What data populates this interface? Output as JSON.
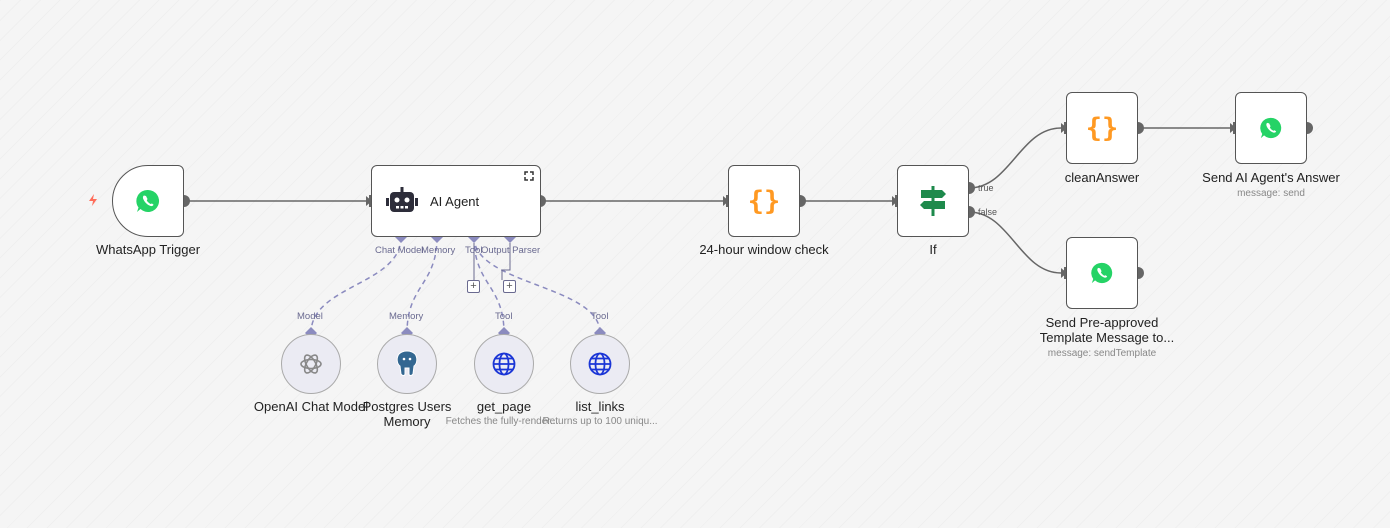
{
  "nodes": {
    "whatsapp_trigger": {
      "label": "WhatsApp Trigger",
      "icon": "whatsapp-icon"
    },
    "ai_agent": {
      "label": "AI Agent",
      "icon": "robot-icon"
    },
    "window_check": {
      "label": "24-hour window check",
      "icon": "code-braces-icon"
    },
    "if_node": {
      "label": "If",
      "icon": "signpost-icon"
    },
    "clean_answer": {
      "label": "cleanAnswer",
      "icon": "code-braces-icon"
    },
    "send_answer": {
      "label": "Send AI Agent's Answer",
      "description": "message: send",
      "icon": "whatsapp-icon"
    },
    "send_template": {
      "label_line1": "Send Pre-approved",
      "label_line2": "Template Message to...",
      "description": "message: sendTemplate",
      "icon": "whatsapp-icon"
    },
    "openai_model": {
      "label": "OpenAI Chat Model",
      "icon": "openai-icon"
    },
    "postgres_memory": {
      "label_line1": "Postgres Users",
      "label_line2": "Memory",
      "icon": "postgres-elephant-icon"
    },
    "get_page": {
      "label": "get_page",
      "description": "Fetches the fully-render...",
      "icon": "globe-icon"
    },
    "list_links": {
      "label": "list_links",
      "description": "Returns up to 100 uniqu...",
      "icon": "globe-icon"
    }
  },
  "agent_ports": {
    "chat_model": "Chat Model",
    "memory": "Memory",
    "tool": "Tool",
    "output_parser": "Output Parser"
  },
  "sub_ports": {
    "model": "Model",
    "memory": "Memory",
    "tool_1": "Tool",
    "tool_2": "Tool"
  },
  "branches": {
    "true_label": "true",
    "false_label": "false"
  },
  "add_button_symbol": "+",
  "colors": {
    "whatsapp": "#25D366",
    "code": "#FF9922",
    "if_green": "#1e8a4c",
    "globe": "#1a35d6",
    "port": "#8b8bbf",
    "connection": "#666666",
    "trigger_bolt": "#ff6d5a"
  }
}
